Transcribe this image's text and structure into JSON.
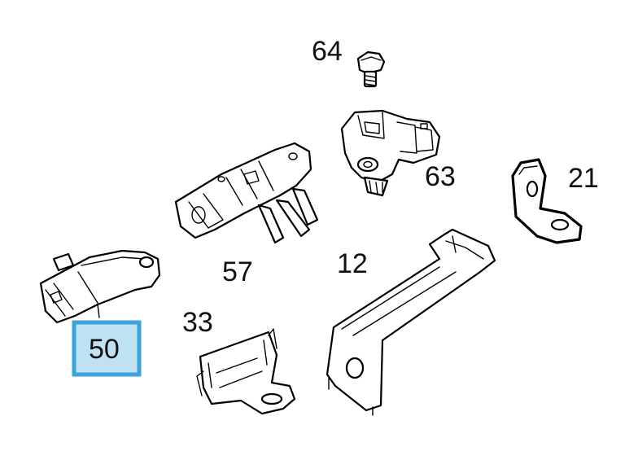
{
  "diagram": {
    "highlight_color": "#3aa3dc",
    "highlight_fill": "#bfe1f4",
    "parts": [
      {
        "id": "64",
        "label": "64"
      },
      {
        "id": "63",
        "label": "63"
      },
      {
        "id": "21",
        "label": "21"
      },
      {
        "id": "57",
        "label": "57"
      },
      {
        "id": "12",
        "label": "12"
      },
      {
        "id": "33",
        "label": "33"
      },
      {
        "id": "50",
        "label": "50",
        "highlighted": true
      }
    ]
  }
}
